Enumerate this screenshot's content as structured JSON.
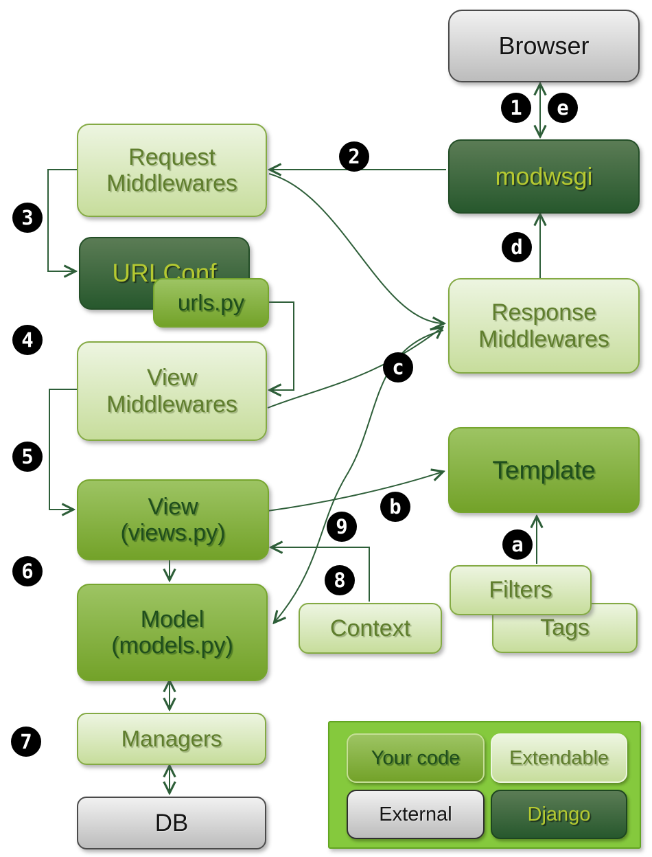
{
  "nodes": {
    "browser": {
      "label": "Browser"
    },
    "modwsgi": {
      "label": "modwsgi"
    },
    "request_middlewares": {
      "label": "Request\nMiddlewares"
    },
    "urlconf": {
      "label": "URLConf"
    },
    "urls_py": {
      "label": "urls.py"
    },
    "view_middlewares": {
      "label": "View\nMiddlewares"
    },
    "view": {
      "label": "View\n(views.py)"
    },
    "model": {
      "label": "Model\n(models.py)"
    },
    "managers": {
      "label": "Managers"
    },
    "db": {
      "label": "DB"
    },
    "response_middlewares": {
      "label": "Response\nMiddlewares"
    },
    "template": {
      "label": "Template"
    },
    "filters": {
      "label": "Filters"
    },
    "tags": {
      "label": "Tags"
    },
    "context": {
      "label": "Context"
    }
  },
  "badges": {
    "s1": "1",
    "s2": "2",
    "s3": "3",
    "s4": "4",
    "s5": "5",
    "s6": "6",
    "s7": "7",
    "s8": "8",
    "s9": "9",
    "a": "a",
    "b": "b",
    "c": "c",
    "d": "d",
    "e": "e"
  },
  "legend": {
    "items": [
      {
        "label": "Your code",
        "style": "medium"
      },
      {
        "label": "Extendable",
        "style": "light"
      },
      {
        "label": "External",
        "style": "gray"
      },
      {
        "label": "Django",
        "style": "dark"
      }
    ]
  },
  "colors": {
    "connector": "#2d5e38",
    "badge_background": "#000000",
    "badge_text": "#ffffff",
    "light_box_border": "#84aa44",
    "medium_box_gradient_top": "#9dc463",
    "dark_box_gradient_bottom": "#27582d",
    "gray_box_gradient_bottom": "#bcbcbc",
    "legend_background": "#85c93d"
  }
}
